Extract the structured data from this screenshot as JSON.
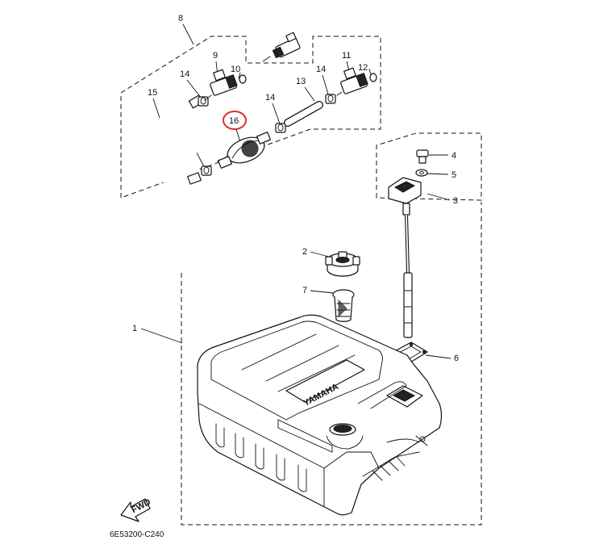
{
  "diagram": {
    "highlight_color": "#d9302c",
    "highlighted_callout": "16",
    "drawing_code": "6E53200-C240",
    "fwd_label": "FWD",
    "brand_label": "YAMAHA",
    "callouts": {
      "c1": "1",
      "c2": "2",
      "c3": "3",
      "c4": "4",
      "c5": "5",
      "c6": "6",
      "c7": "7",
      "c8": "8",
      "c9": "9",
      "c10": "10",
      "c11": "11",
      "c12": "12",
      "c13": "13",
      "c14a": "14",
      "c14b": "14",
      "c14c": "14",
      "c14d": "14",
      "c15": "15",
      "c16": "16"
    }
  }
}
